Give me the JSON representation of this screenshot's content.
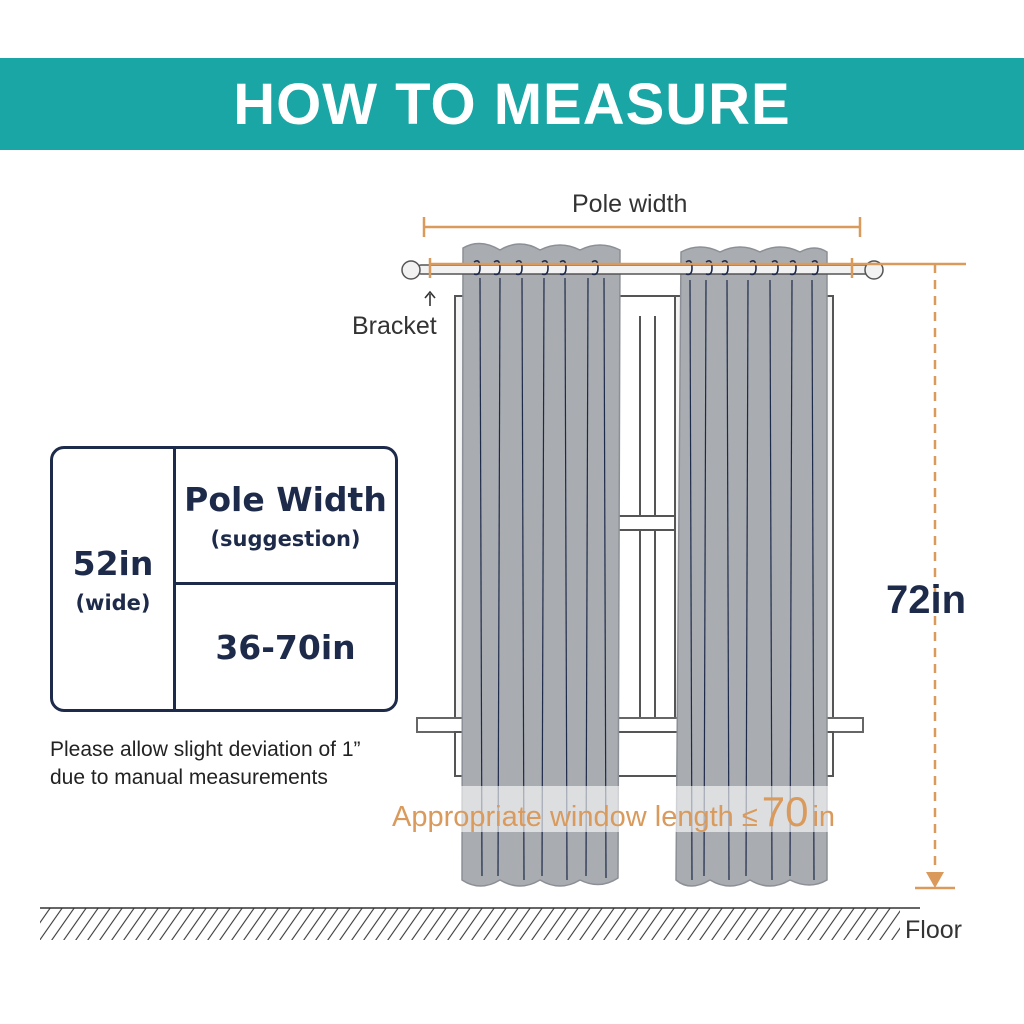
{
  "banner": {
    "title": "HOW TO MEASURE"
  },
  "diagram": {
    "pole_label": "Pole width",
    "bracket_label": "Bracket",
    "height_label": "72in",
    "floor_label": "Floor",
    "window_length": {
      "prefix": "Appropriate window length ≤",
      "value": "70",
      "unit": "in"
    }
  },
  "size_table": {
    "width_value": "52in",
    "width_sub": "(wide)",
    "header": "Pole Width",
    "header_sub": "(suggestion)",
    "range": "36-70in"
  },
  "note": {
    "line1": "Please allow slight deviation of 1”",
    "line2": "due to manual measurements"
  },
  "colors": {
    "banner": "#1aa6a4",
    "measure_accent": "#d99a5c",
    "navy_text": "#1e2a4a",
    "curtain": "#a9acb1"
  },
  "icons": {
    "bracket_pointer": "arrow-up-icon",
    "floor_arrow": "arrow-down-icon"
  }
}
